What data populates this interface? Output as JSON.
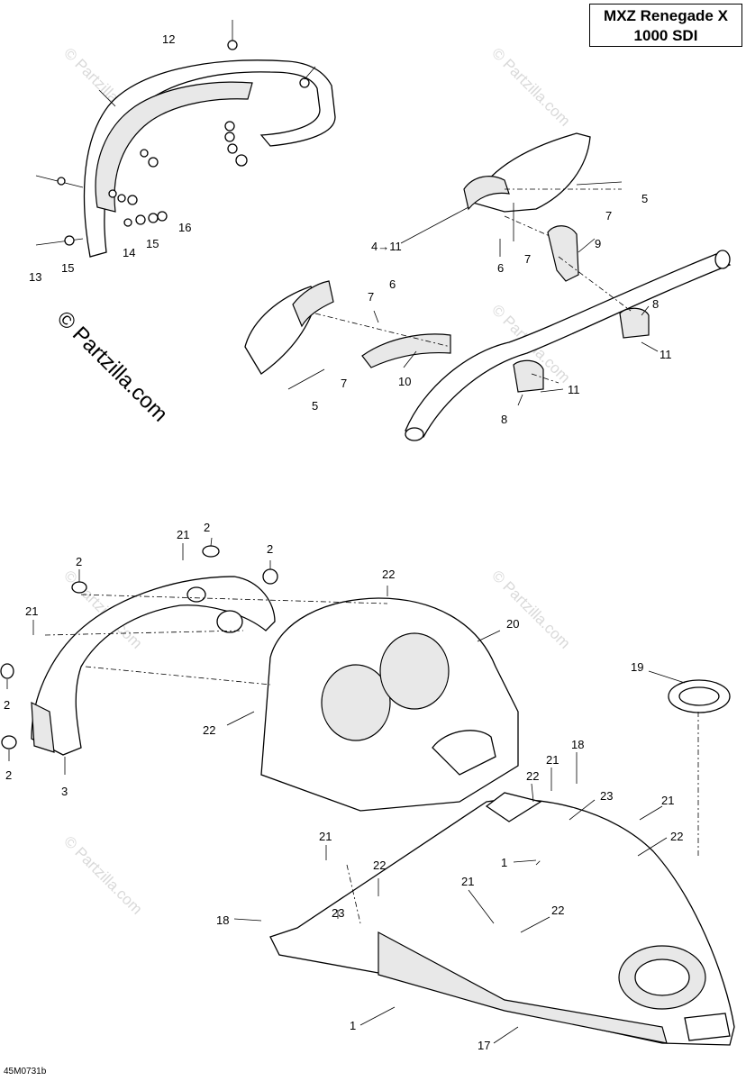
{
  "title": {
    "line1": "MXZ Renegade X",
    "line2": "1000 SDI"
  },
  "drawing_code": "45M0731b",
  "watermark_main": "© Partzilla.com",
  "watermark_small": "© Partzilla.com",
  "callouts": {
    "c1a": "1",
    "c1b": "1",
    "c2a": "2",
    "c2b": "2",
    "c2c": "2",
    "c2d": "2",
    "c2e": "2",
    "c3": "3",
    "c4_11": "4→11",
    "c5a": "5",
    "c5b": "5",
    "c6a": "6",
    "c6b": "6",
    "c7a": "7",
    "c7b": "7",
    "c7c": "7",
    "c7d": "7",
    "c8a": "8",
    "c8b": "8",
    "c9": "9",
    "c10": "10",
    "c11a": "11",
    "c11b": "11",
    "c12": "12",
    "c13": "13",
    "c14": "14",
    "c15a": "15",
    "c15b": "15",
    "c16": "16",
    "c17": "17",
    "c18a": "18",
    "c18b": "18",
    "c19": "19",
    "c20": "20",
    "c21a": "21",
    "c21b": "21",
    "c21c": "21",
    "c21d": "21",
    "c21e": "21",
    "c21f": "21",
    "c22a": "22",
    "c22b": "22",
    "c22c": "22",
    "c22d": "22",
    "c22e": "22",
    "c22f": "22",
    "c23a": "23",
    "c23b": "23"
  }
}
